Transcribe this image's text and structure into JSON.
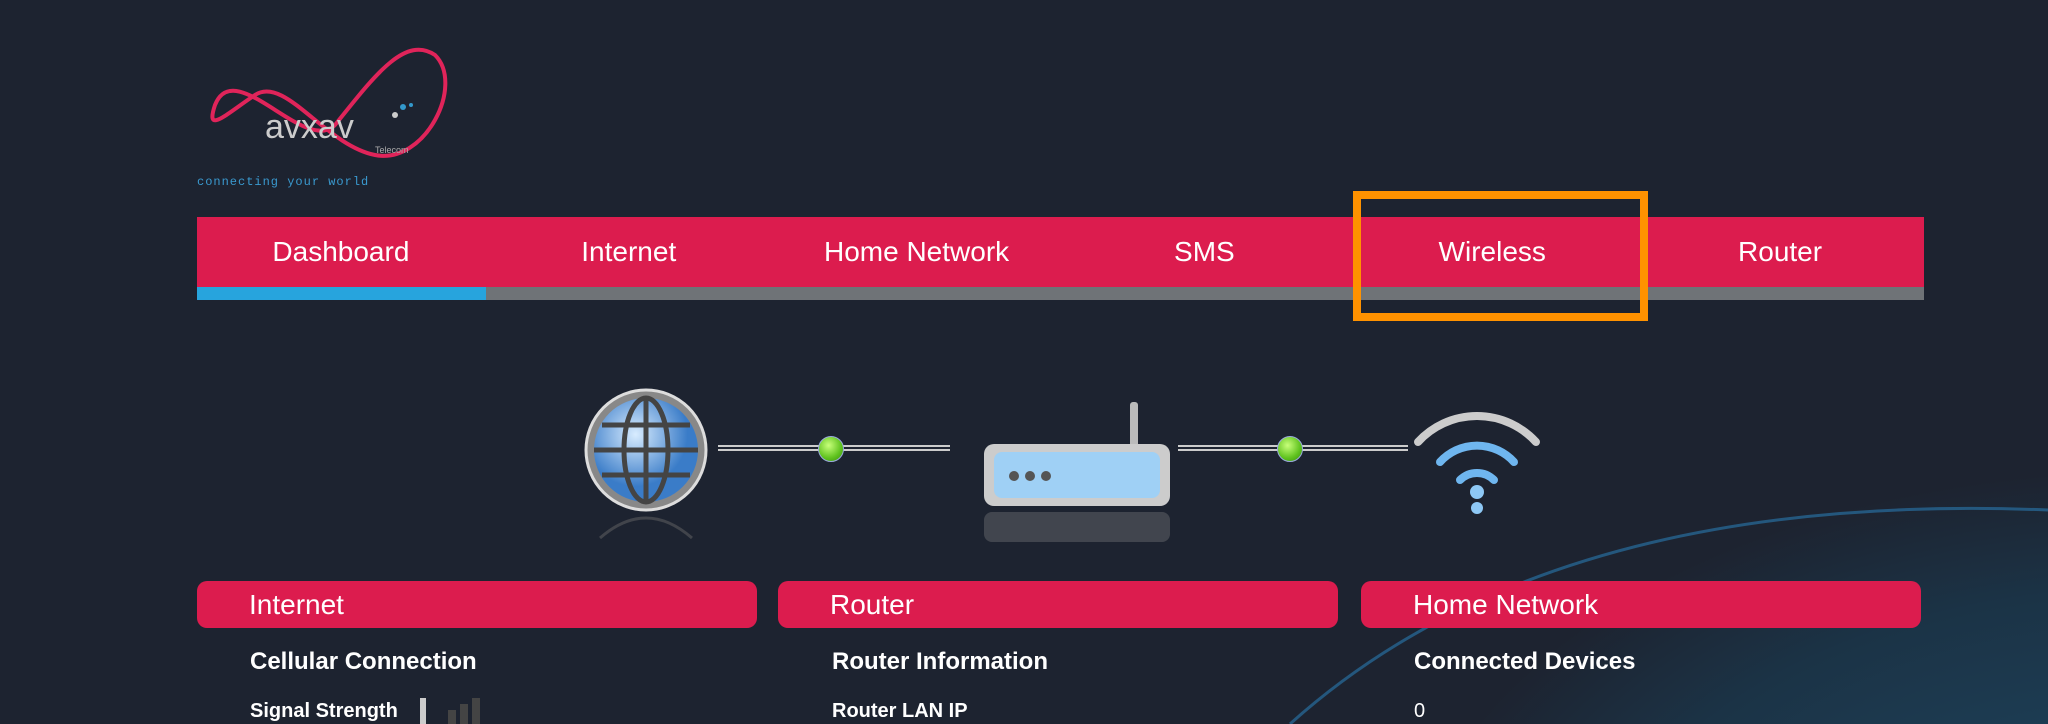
{
  "logo": {
    "brand": "avxav",
    "sub": "Telecom",
    "tagline": "connecting your world"
  },
  "nav": {
    "items": [
      "Dashboard",
      "Internet",
      "Home Network",
      "SMS",
      "Wireless",
      "Router"
    ],
    "active": "Dashboard",
    "highlighted": "Wireless"
  },
  "colors": {
    "accent": "#dc1c4e",
    "active_underline": "#27a4dd",
    "highlight": "#ff9200"
  },
  "panels": [
    {
      "title": "Internet",
      "subtitle": "Cellular Connection",
      "row_label": "Signal Strength"
    },
    {
      "title": "Router",
      "subtitle": "Router Information",
      "row_label": "Router LAN IP"
    },
    {
      "title": "Home Network",
      "subtitle": "Connected Devices",
      "row_label": "0"
    }
  ]
}
